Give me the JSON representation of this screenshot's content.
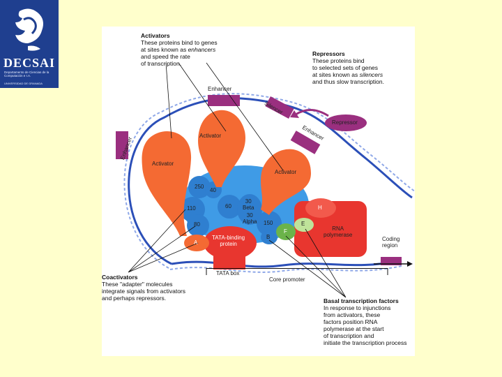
{
  "logo": {
    "brand": "DECSAI",
    "department": "Departamento de Ciencias de la Computación e I.A.",
    "university": "UNIVERSIDAD DE GRANADA"
  },
  "figure": {
    "activators": {
      "heading": "Activators",
      "lines": [
        "These proteins bind to genes",
        "at sites known as ",
        "enhancers",
        "and speed the rate",
        "of transcription."
      ]
    },
    "repressors": {
      "heading": "Repressors",
      "lines": [
        "These proteins bind",
        "to selected sets of genes",
        "at sites known as ",
        "silencers",
        "and thus slow transcription."
      ]
    },
    "coactivators": {
      "heading": "Coactivators",
      "lines": [
        "These \"adapter\" molecules",
        "integrate signals from activators",
        "and perhaps repressors."
      ]
    },
    "basal": {
      "heading": "Basal transcription factors",
      "lines": [
        "In response to injunctions",
        "from activators, these",
        "factors position RNA",
        "polymerase at the start",
        "of transcription and",
        "initiate the transcription process"
      ]
    },
    "labels": {
      "enhancer_top": "Enhancer",
      "enhancer_left": "Enhancer",
      "enhancer_right": "Enhancer",
      "silencer": "Silencer",
      "repressor": "Repressor",
      "activator": "Activator",
      "coding_region": "Coding\nregion",
      "tata_box": "TATA box",
      "core_promoter": "Core promoter",
      "tata_binding": "TATA-binding\nprotein",
      "rna_polymerase": "RNA\npolymerase",
      "sub250": "250",
      "sub40": "40",
      "sub110": "110",
      "sub60": "60",
      "sub30beta": "30\nBeta",
      "sub30alpha": "30\nAlpha",
      "sub80": "80",
      "sub150": "150",
      "a": "A",
      "b": "B",
      "f": "F",
      "e": "E",
      "h": "H"
    },
    "colors": {
      "activator": "#f46a33",
      "coactivator": "#3f9be6",
      "polymerase": "#e8362f",
      "dna": "#2b4fb8",
      "site": "#9a2f7f"
    }
  }
}
